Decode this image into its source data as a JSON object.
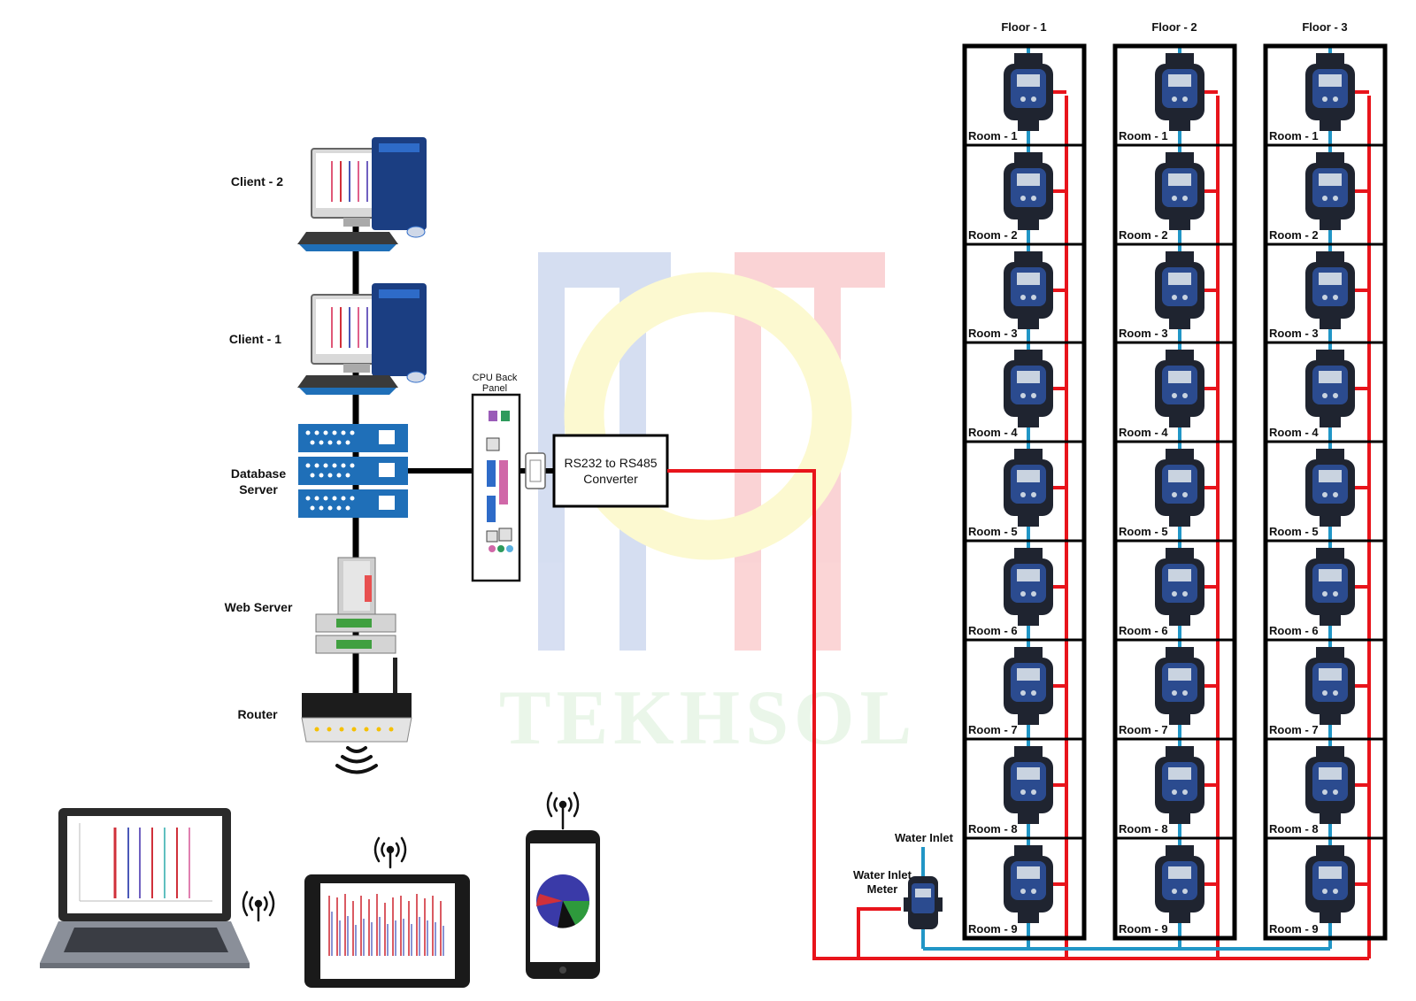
{
  "labels": {
    "client2": "Client - 2",
    "client1": "Client - 1",
    "db_line1": "Database",
    "db_line2": "Server",
    "web_server": "Web Server",
    "router": "Router",
    "cpu_line1": "CPU Back",
    "cpu_line2": "Panel",
    "conv_line1": "RS232 to RS485",
    "conv_line2": "Converter",
    "water_inlet": "Water Inlet",
    "water_meter_line1": "Water Inlet",
    "water_meter_line2": "Meter",
    "watermark": "TEKHSOL"
  },
  "floors": [
    "Floor - 1",
    "Floor - 2",
    "Floor - 3"
  ],
  "rooms": [
    "Room - 1",
    "Room - 2",
    "Room - 3",
    "Room - 4",
    "Room - 5",
    "Room - 6",
    "Room - 7",
    "Room - 8",
    "Room - 9"
  ],
  "colors": {
    "rs485_line": "#e8141b",
    "water_pipe": "#2196c6",
    "network_line": "#000000",
    "server_blue": "#1f6fb8",
    "meter_body": "#1f2430",
    "meter_face": "#2b4b8f"
  },
  "icons": [
    "desktop-computer-icon",
    "database-server-icon",
    "web-server-icon",
    "router-icon",
    "wifi-icon",
    "laptop-icon",
    "tablet-icon",
    "smartphone-icon",
    "flow-meter-icon",
    "serial-port-icon"
  ]
}
